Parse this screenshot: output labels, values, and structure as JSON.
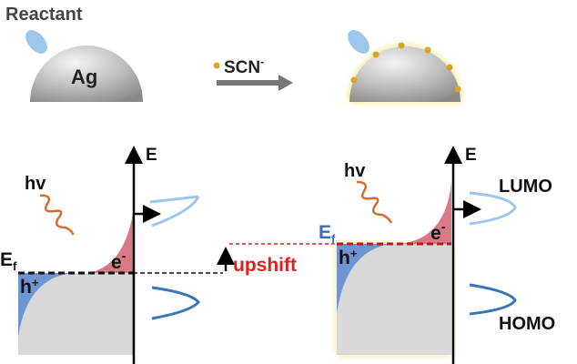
{
  "top": {
    "reactant_label": "Reactant",
    "metal_label": "Ag",
    "ligand_label": "SCN",
    "ligand_charge": "-"
  },
  "left_diagram": {
    "energy_axis": "E",
    "photon": "hv",
    "fermi_label": "E",
    "fermi_sub": "f",
    "electron": "e",
    "electron_charge": "-",
    "hole": "h",
    "hole_charge": "+"
  },
  "middle": {
    "upshift_label": "upshift"
  },
  "right_diagram": {
    "energy_axis": "E",
    "photon": "hv",
    "fermi_label": "E",
    "fermi_sub": "f",
    "electron": "e",
    "electron_charge": "-",
    "hole": "h",
    "hole_charge": "+",
    "lumo_label": "LUMO",
    "homo_label": "HOMO"
  },
  "colors": {
    "orange": "#d86a2a",
    "red": "#e02020",
    "blue": "#3a6fb8",
    "lightblue": "#9cc6ec",
    "pink": "#d77a86",
    "gold": "#d8a42a"
  }
}
